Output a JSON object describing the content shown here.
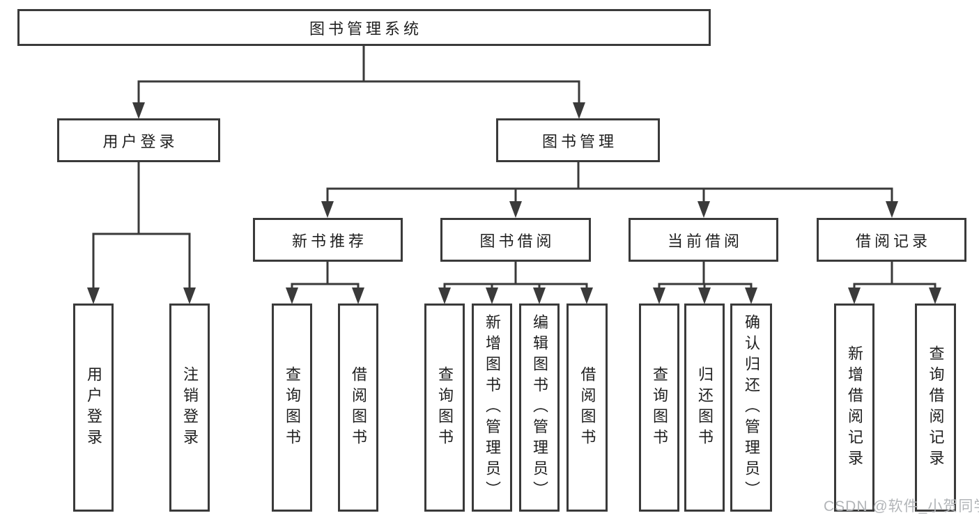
{
  "tree": {
    "root": {
      "label": "图书管理系统"
    },
    "l2": [
      {
        "label": "用户登录",
        "leaves": [
          "用户登录",
          "注销登录"
        ]
      },
      {
        "label": "图书管理",
        "groups": [
          {
            "label": "新书推荐",
            "leaves": [
              "查询图书",
              "借阅图书"
            ]
          },
          {
            "label": "图书借阅",
            "leaves": [
              "查询图书",
              "新增图书（管理员）",
              "编辑图书（管理员）",
              "借阅图书"
            ]
          },
          {
            "label": "当前借阅",
            "leaves": [
              "查询图书",
              "归还图书",
              "确认归还（管理员）"
            ]
          },
          {
            "label": "借阅记录",
            "leaves": [
              "新增借阅记录",
              "查询借阅记录"
            ]
          }
        ]
      }
    ]
  },
  "watermark": {
    "text": "CSDN @软件_小贺同学"
  },
  "colors": {
    "line": "#3a3a3a",
    "text": "#1f1f1f",
    "background": "#ffffff",
    "watermark": "#b2b5b8"
  }
}
